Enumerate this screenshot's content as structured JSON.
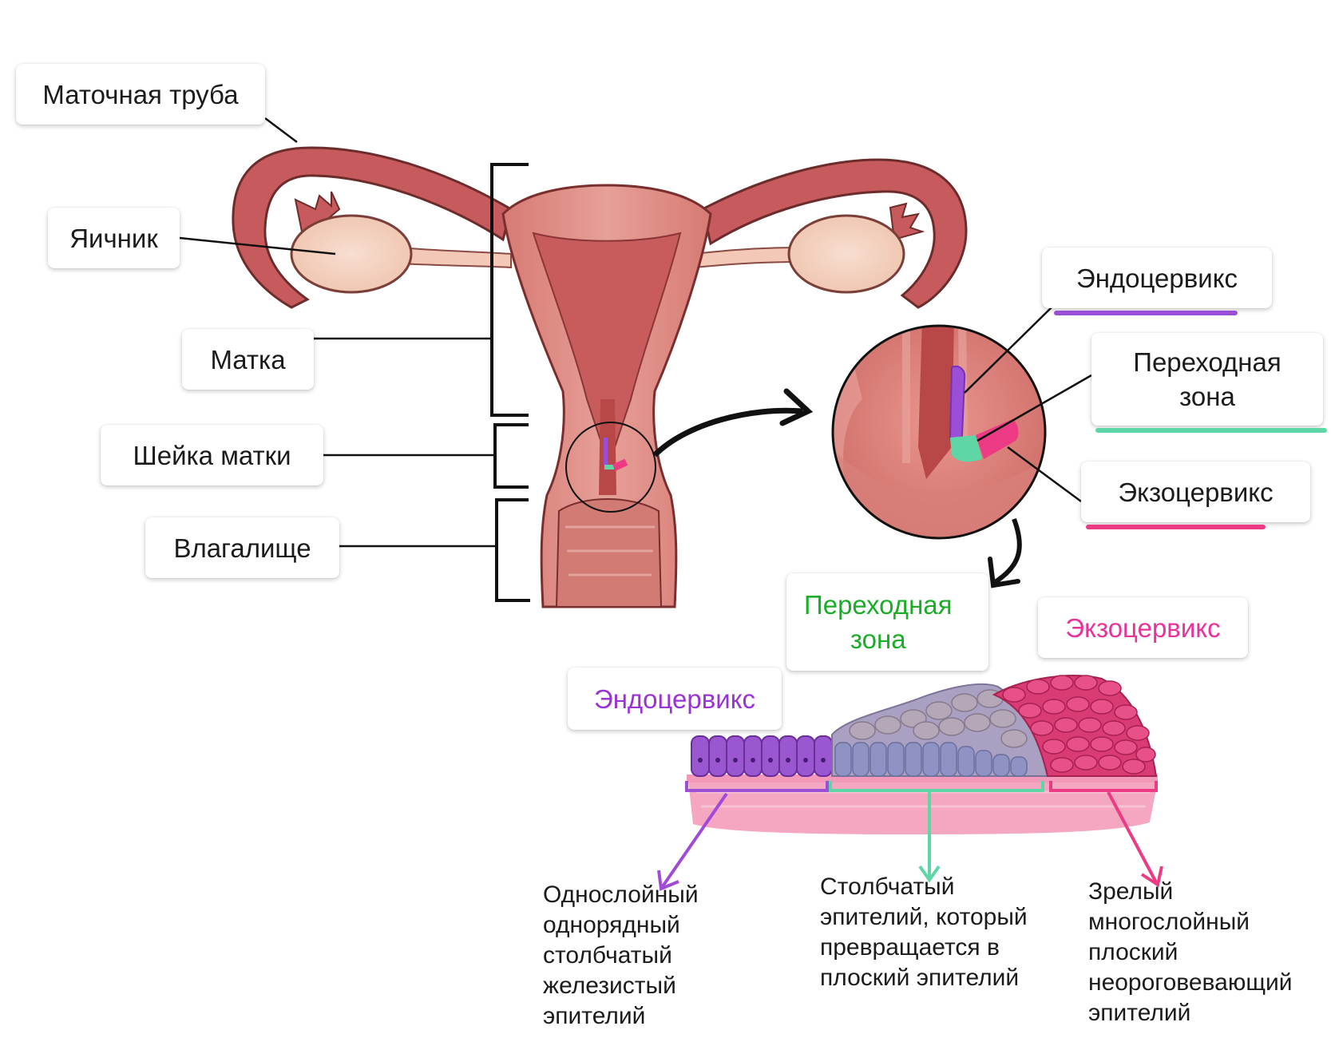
{
  "labels": {
    "fallopian_tube": "Маточная труба",
    "ovary": "Яичник",
    "uterus": "Матка",
    "cervix": "Шейка матки",
    "vagina": "Влагалище",
    "endocervix_top": "Эндоцервикс",
    "transition_zone_top": "Переходная\nзона",
    "exocervix_top": "Экзоцервикс",
    "transition_zone_bottom": "Переходная\nзона",
    "exocervix_bottom": "Экзоцервикс",
    "endocervix_bottom": "Эндоцервикс"
  },
  "descriptions": {
    "endocervix": "Однослойный\nоднорядный\nстолбчатый\nжелезистый\nэпителий",
    "transition_zone": "Столбчатый\nэпителий, который\nпревращается в\nплоский эпителий",
    "exocervix": "Зрелый\nмногослойный\nплоский\nнеороговевающий\nэпителий"
  },
  "colors": {
    "endocervix": "#9b4fd6",
    "transition_zone": "#5fd6a5",
    "exocervix": "#ec3a84",
    "transition_text": "#1aad27",
    "endocervix_text": "#9a33d6",
    "exocervix_text": "#e8339a",
    "tissue": "#c9605f",
    "tissue_light": "#e49a92",
    "ovary": "#f3cfbd"
  }
}
